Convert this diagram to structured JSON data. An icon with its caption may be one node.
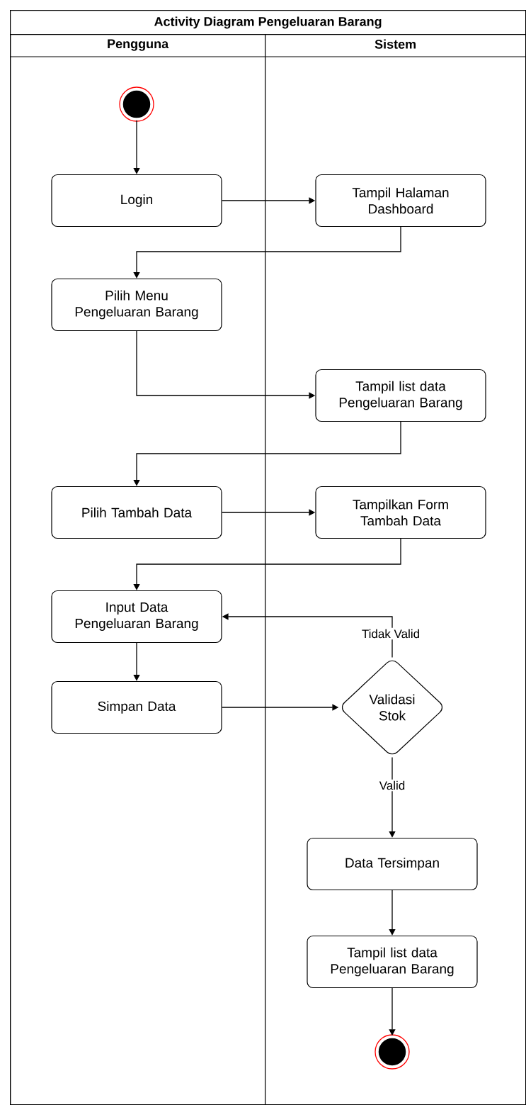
{
  "diagram": {
    "nodes": [
      {
        "text": [
          "Activity Diagram Pengeluaran Barang"
        ]
      },
      {
        "text": [
          "Pengguna"
        ],
        "in": 0
      },
      {
        "text": [
          "Sistem"
        ],
        "in": 0
      },
      {
        "text": [],
        "shape": "circle",
        "in": 1
      },
      {
        "text": [
          "Login"
        ],
        "in": 1
      },
      {
        "text": [
          "Tampil Halaman Dashboard"
        ],
        "in": 2
      },
      {
        "text": [
          "Pilih Menu Pengeluaran Barang"
        ],
        "in": 1
      },
      {
        "text": [
          "Tampil list data Pengeluaran Barang"
        ],
        "in": 2
      },
      {
        "text": [
          "Pilih Tambah Data"
        ],
        "in": 1
      },
      {
        "text": [
          "Tampilkan Form Tambah Data"
        ],
        "in": 2
      },
      {
        "text": [
          "Input Data Pengeluaran Barang"
        ],
        "in": 1
      },
      {
        "text": [
          "Simpan Data"
        ],
        "in": 1
      },
      {
        "text": [
          "Validasi Stok"
        ],
        "in": 2
      },
      {
        "text": [
          "Data Tersimpan"
        ],
        "in": 2
      },
      {
        "text": [
          "Tampil list data Pengeluaran Barang"
        ],
        "in": 2
      },
      {
        "text": [],
        "shape": "circle",
        "in": 2
      }
    ],
    "edges": [
      {
        "from": 3,
        "to": 4,
        "arrow": "to"
      },
      {
        "from": 4,
        "to": 5,
        "arrow": "to"
      },
      {
        "from": 5,
        "to": 6,
        "arrow": "to"
      },
      {
        "from": 6,
        "to": 7,
        "arrow": "to"
      },
      {
        "from": 7,
        "to": 8,
        "arrow": "to"
      },
      {
        "from": 8,
        "to": 9,
        "arrow": "to"
      },
      {
        "from": 9,
        "to": 10,
        "arrow": "to"
      },
      {
        "from": 10,
        "to": 11,
        "arrow": "to"
      },
      {
        "from": 11,
        "to": 12,
        "arrow": "to"
      },
      {
        "from": 12,
        "to": 10,
        "arrow": "to",
        "label": "Tidak Valid"
      },
      {
        "from": 12,
        "to": 13,
        "arrow": "to",
        "label": "Valid"
      },
      {
        "from": 13,
        "to": 14,
        "arrow": "to"
      },
      {
        "from": 14,
        "to": 15,
        "arrow": "to"
      }
    ]
  }
}
